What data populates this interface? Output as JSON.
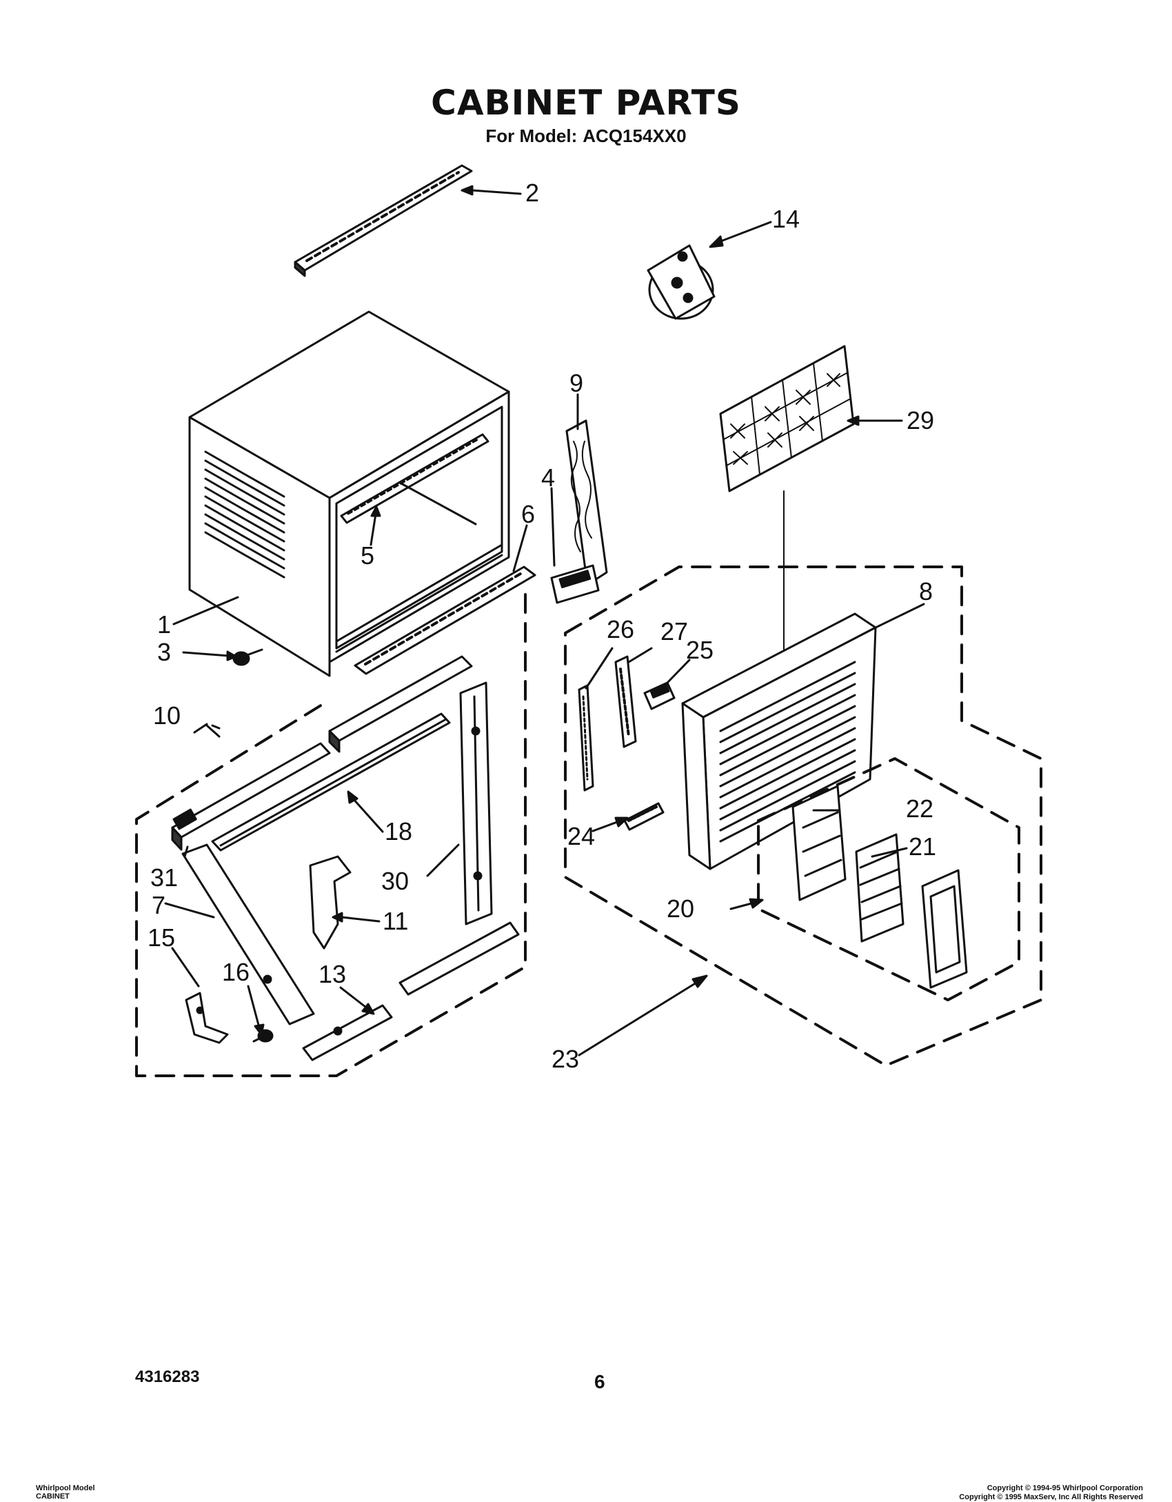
{
  "header": {
    "title": "CABINET PARTS",
    "model_label": "For Model:",
    "model_number": "ACQ154XX0"
  },
  "callouts": {
    "p1": "1",
    "p2": "2",
    "p3": "3",
    "p4": "4",
    "p5": "5",
    "p6": "6",
    "p7": "7",
    "p8": "8",
    "p9": "9",
    "p10": "10",
    "p11": "11",
    "p13": "13",
    "p14": "14",
    "p15": "15",
    "p16": "16",
    "p18": "18",
    "p20": "20",
    "p21": "21",
    "p22": "22",
    "p23": "23",
    "p24": "24",
    "p25": "25",
    "p26": "26",
    "p27": "27",
    "p29": "29",
    "p30": "30",
    "p31": "31"
  },
  "footer": {
    "doc_number": "4316283",
    "page_number": "6",
    "brand_line1": "Whirlpool Model",
    "brand_line2": "CABINET",
    "copyright_line1": "Copyright © 1994-95 Whirlpool Corporation",
    "copyright_line2": "Copyright © 1995 MaxServ, Inc   All Rights Reserved"
  }
}
